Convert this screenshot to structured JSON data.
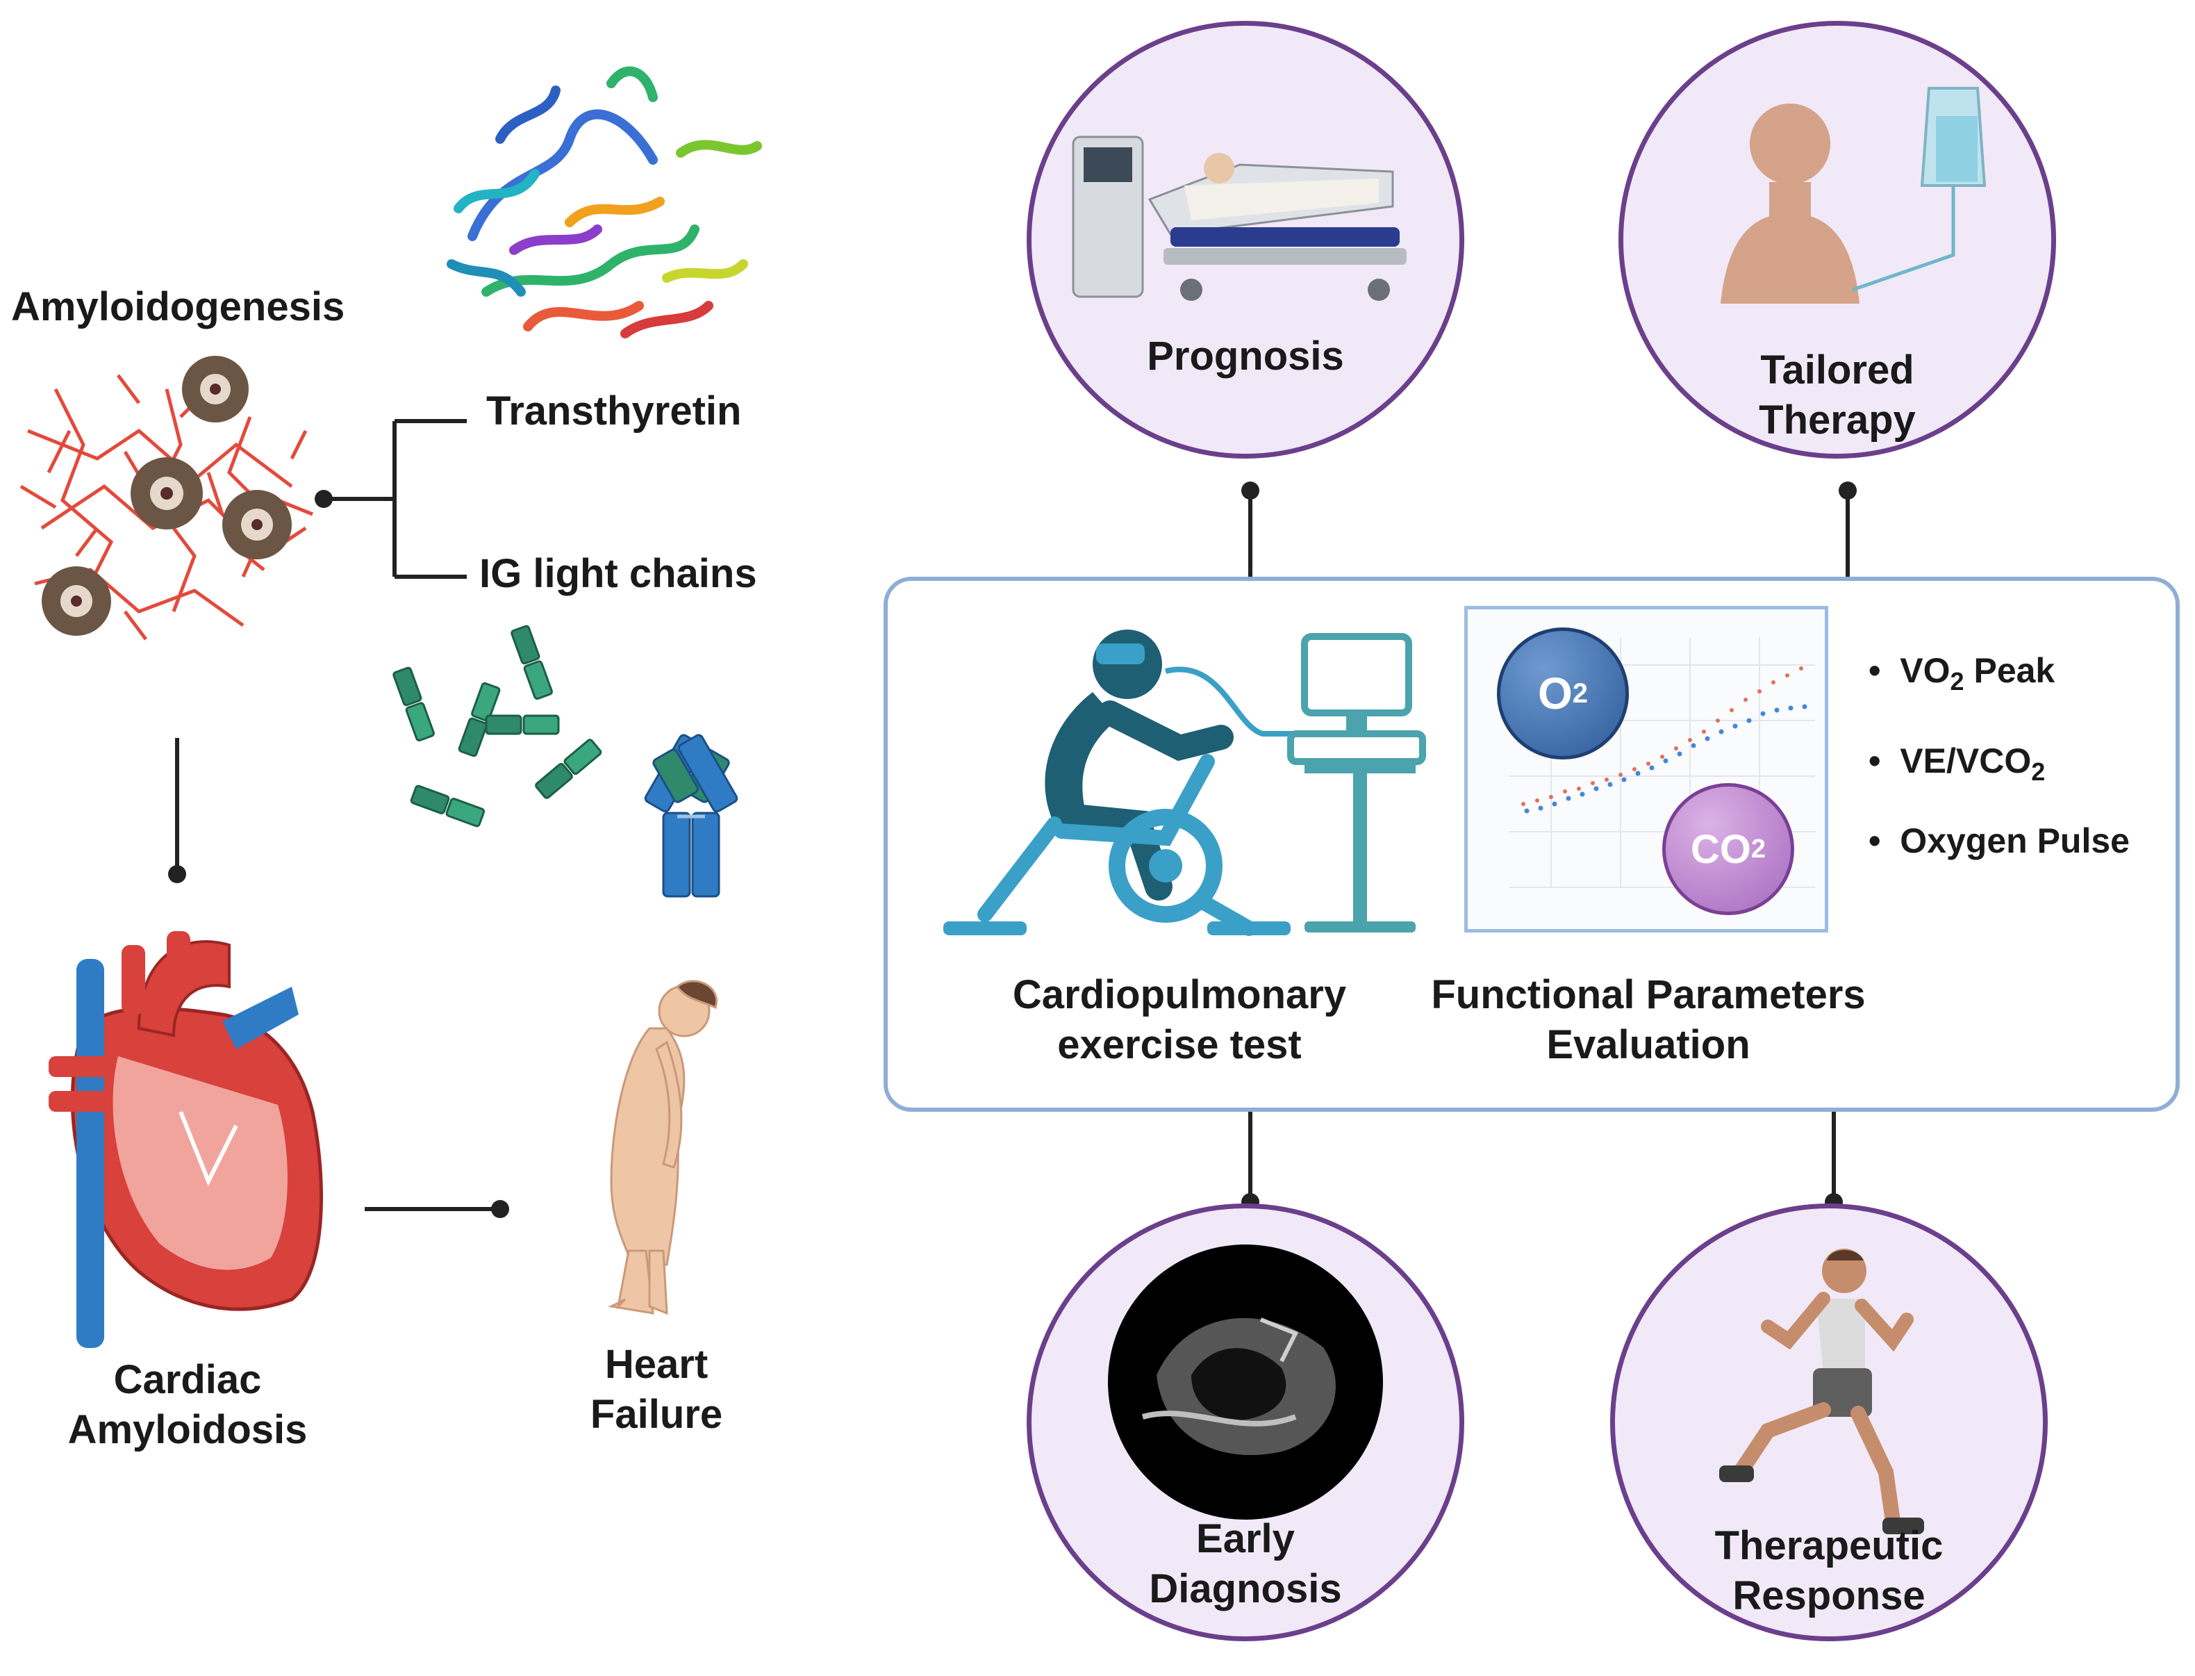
{
  "left": {
    "amyloidogenesis": "Amyloidogenesis",
    "transthyretin": "Transthyretin",
    "ig_light_chains": "IG light chains",
    "cardiac_line1": "Cardiac",
    "cardiac_line2": "Amyloidosis",
    "hf_line1": "Heart",
    "hf_line2": "Failure"
  },
  "circles": {
    "prognosis": "Prognosis",
    "tailored_line1": "Tailored",
    "tailored_line2": "Therapy",
    "early_line1": "Early",
    "early_line2": "Diagnosis",
    "therapeutic_line1": "Therapeutic",
    "therapeutic_line2": "Response"
  },
  "panel": {
    "cpet_line1": "Cardiopulmonary",
    "cpet_line2": "exercise test",
    "fpe_line1": "Functional Parameters",
    "fpe_line2": "Evaluation",
    "o2": "O",
    "o2_sub": "2",
    "co2": "CO",
    "co2_sub": "2",
    "bullets": [
      {
        "main": "VO",
        "sub": "2",
        "rest": " Peak"
      },
      {
        "main": "VE/VCO",
        "sub": "2",
        "rest": ""
      },
      {
        "main": "Oxygen Pulse",
        "sub": "",
        "rest": ""
      }
    ]
  },
  "colors": {
    "circle_fill": "#f1e9f7",
    "circle_border": "#6b3f8c",
    "panel_border": "#8faed6",
    "fiber_red": "#e34a3c",
    "teal_dark": "#1f5f74",
    "teal_light": "#3aa0c8",
    "antibody_blue": "#2f7cc4",
    "green_chain": "#2e8a6a"
  }
}
